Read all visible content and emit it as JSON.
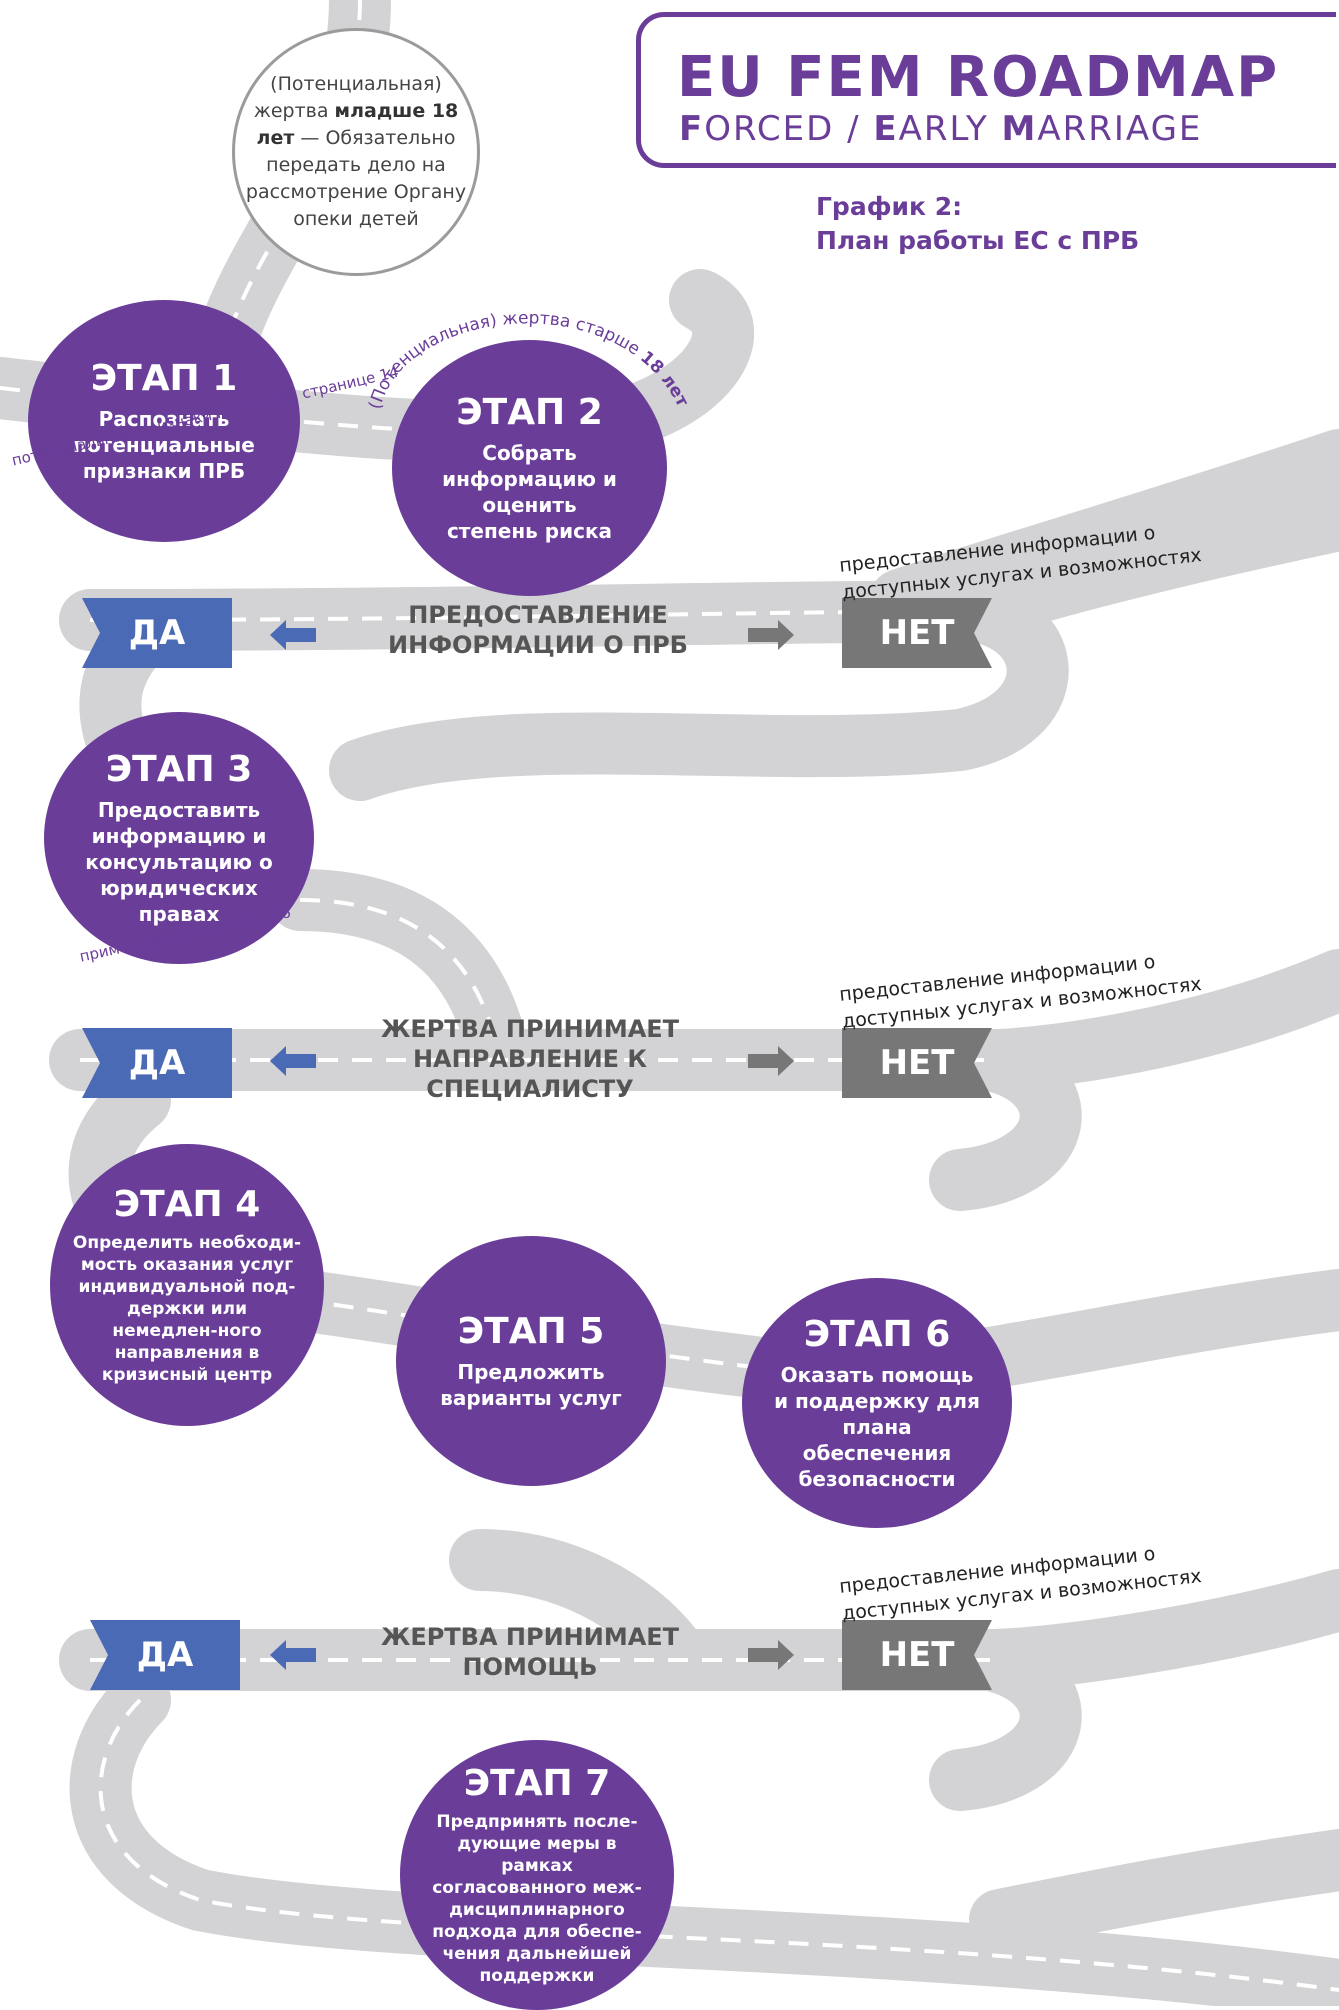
{
  "logo": {
    "title": "EU FEM ROADMAP",
    "subtitle_parts": [
      {
        "initial": "F",
        "rest": "ORCED"
      },
      {
        "sep": " / "
      },
      {
        "initial": "E",
        "rest": "ARLY "
      },
      {
        "initial": "M",
        "rest": "ARRIAGE"
      }
    ]
  },
  "graph_title": {
    "line1": "График 2:",
    "line2": "План работы ЕС с ПРБ"
  },
  "under18": {
    "part1": "(Потенциальная) жертва ",
    "bold": "младше 18 лет",
    "part2": " — Обязательно передать дело на рассмотрение Органу опеки детей"
  },
  "over18_note": {
    "text": "(Потенциальная) жертва старше ",
    "bold": "18 лет"
  },
  "stages": [
    {
      "title": "ЭТАП 1",
      "text": "Распознать потенциальные признаки ПРБ"
    },
    {
      "title": "ЭТАП 2",
      "text": "Собрать информацию и оценить степень риска"
    },
    {
      "title": "ЭТАП 3",
      "text": "Предоставить информацию и консультацию о юридических правах"
    },
    {
      "title": "ЭТАП 4",
      "text": "Определить необходи-мость оказания услуг индивидуальной под-держки или немедлен-ного направления в кризисный центр"
    },
    {
      "title": "ЭТАП 5",
      "text": "Предложить варианты услуг"
    },
    {
      "title": "ЭТАП 6",
      "text": "Оказать помощь и поддержку для плана обеспечения безопасности"
    },
    {
      "title": "ЭТАП 7",
      "text": "Предпринять после-дующие меры в рамках согласованного меж-дисциплинарного подхода для обеспе-чения дальнейшей поддержки"
    }
  ],
  "notes": {
    "page14": "потенциальные признаки ПРБ см. на странице 14",
    "page36": "пример см. на странице 36"
  },
  "decisions": [
    {
      "text": "ПРЕДОСТАВЛЕНИЕ ИНФОРМАЦИИ О ПРБ",
      "yes": "ДА",
      "no": "НЕТ",
      "info": "предоставление информации о доступных услугах и возможностях"
    },
    {
      "text": "ЖЕРТВА ПРИНИМАЕТ НАПРАВЛЕНИЕ К СПЕЦИАЛИСТУ",
      "yes": "ДА",
      "no": "НЕТ",
      "info": "предоставление информации о доступных услугах и возможностях"
    },
    {
      "text": "ЖЕРТВА ПРИНИМАЕТ ПОМОЩЬ",
      "yes": "ДА",
      "no": "НЕТ",
      "info": "предоставление информации о доступных услугах и возможностях"
    }
  ],
  "colors": {
    "purple": "#6a3d99",
    "yes_blue": "#4a6ab5",
    "no_gray": "#777777",
    "road": "#d3d3d5"
  }
}
